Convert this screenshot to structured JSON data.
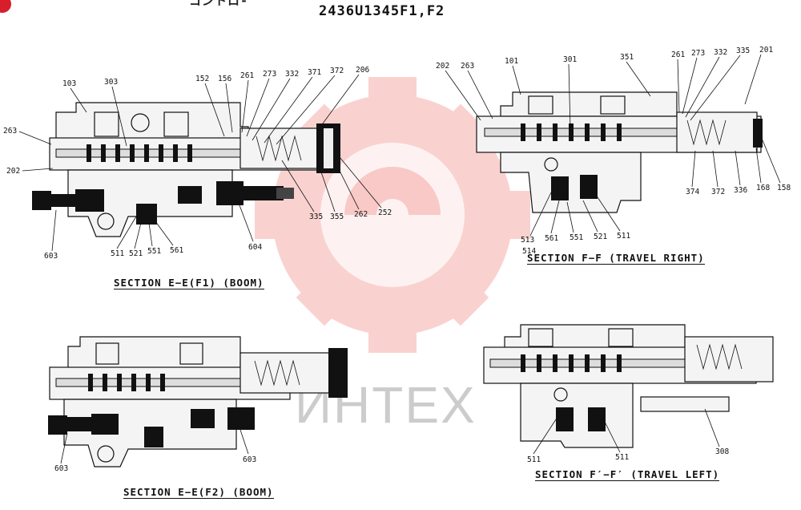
{
  "header": {
    "top_cut_text": "コントロ-",
    "part_number": "2436U1345F1,F2"
  },
  "watermark": {
    "text": "ИНТЕХ",
    "color": "#e8352e"
  },
  "sections": {
    "ee_f1": {
      "caption": "SECTION E−E(F1) (BOOM)",
      "callouts": {
        "c103": "103",
        "c303": "303",
        "c152": "152",
        "c156": "156",
        "c261": "261",
        "c273": "273",
        "c332": "332",
        "c371": "371",
        "c372": "372",
        "c206": "206",
        "c263": "263",
        "c202": "202",
        "c603": "603",
        "c511": "511",
        "c521": "521",
        "c551": "551",
        "c561": "561",
        "c604": "604",
        "c335": "335",
        "c355": "355",
        "c262": "262",
        "c252": "252"
      }
    },
    "ff_right": {
      "caption": "SECTION F−F (TRAVEL RIGHT)",
      "callouts": {
        "c202": "202",
        "c263": "263",
        "c101": "101",
        "c301": "301",
        "c351": "351",
        "c261": "261",
        "c273": "273",
        "c332": "332",
        "c335": "335",
        "c201": "201",
        "c374": "374",
        "c372": "372",
        "c336": "336",
        "c168": "168",
        "c158": "158",
        "c513": "513",
        "c514": "514",
        "c561": "561",
        "c551": "551",
        "c521": "521",
        "c511": "511"
      }
    },
    "ee_f2": {
      "caption": "SECTION E−E(F2) (BOOM)",
      "callouts": {
        "c603a": "603",
        "c603b": "603"
      }
    },
    "ff_left": {
      "caption": "SECTION F′−F′ (TRAVEL LEFT)",
      "callouts": {
        "c511a": "511",
        "c511b": "511",
        "c308": "308"
      }
    }
  }
}
